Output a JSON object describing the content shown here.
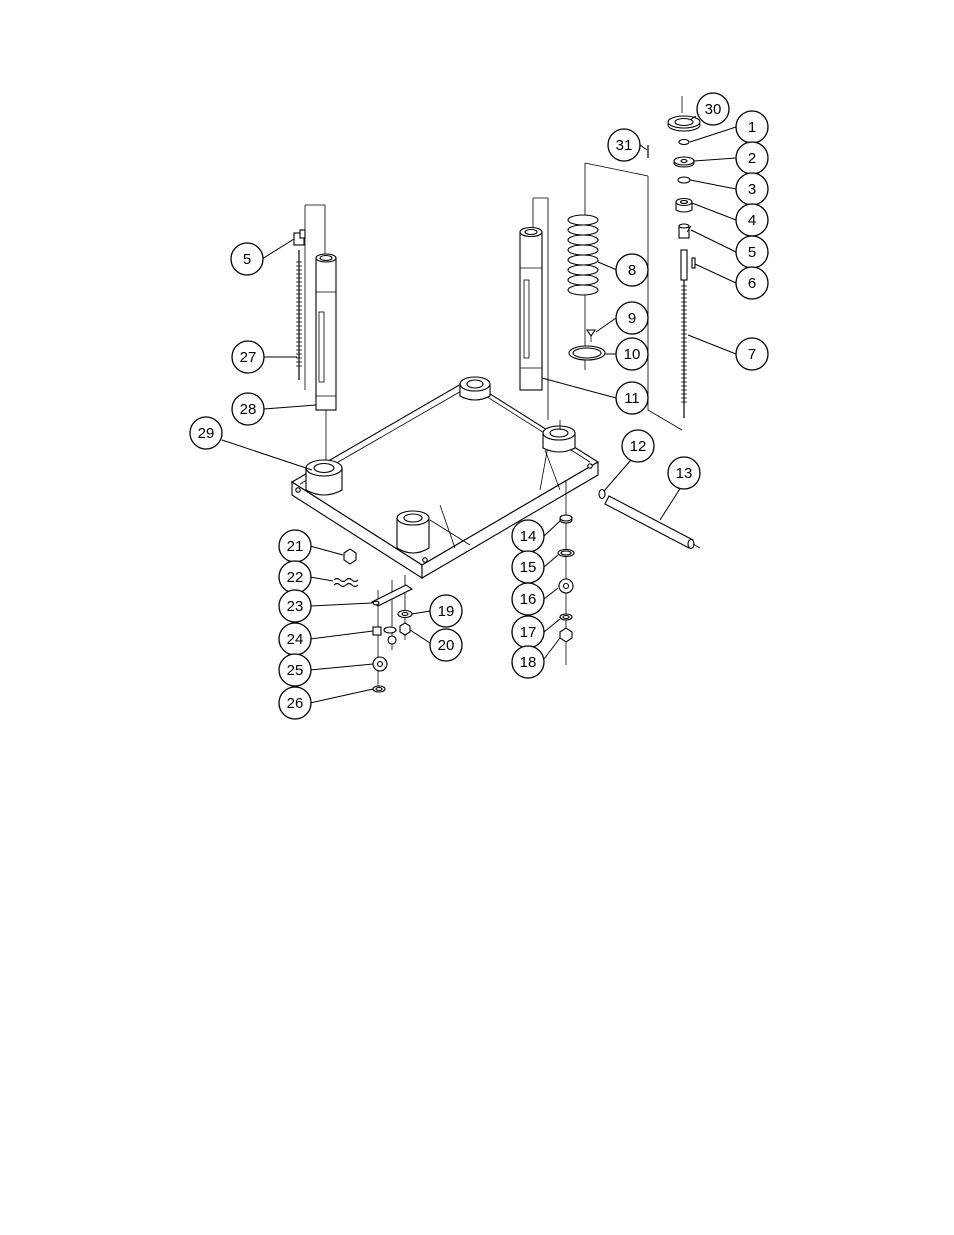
{
  "callouts": [
    {
      "id": "c1",
      "label": "1"
    },
    {
      "id": "c2",
      "label": "2"
    },
    {
      "id": "c3",
      "label": "3"
    },
    {
      "id": "c4",
      "label": "4"
    },
    {
      "id": "c5a",
      "label": "5"
    },
    {
      "id": "c5b",
      "label": "5"
    },
    {
      "id": "c6",
      "label": "6"
    },
    {
      "id": "c7",
      "label": "7"
    },
    {
      "id": "c8",
      "label": "8"
    },
    {
      "id": "c9",
      "label": "9"
    },
    {
      "id": "c10",
      "label": "10"
    },
    {
      "id": "c11",
      "label": "11"
    },
    {
      "id": "c12",
      "label": "12"
    },
    {
      "id": "c13",
      "label": "13"
    },
    {
      "id": "c14",
      "label": "14"
    },
    {
      "id": "c15",
      "label": "15"
    },
    {
      "id": "c16",
      "label": "16"
    },
    {
      "id": "c17",
      "label": "17"
    },
    {
      "id": "c18",
      "label": "18"
    },
    {
      "id": "c19",
      "label": "19"
    },
    {
      "id": "c20",
      "label": "20"
    },
    {
      "id": "c21",
      "label": "21"
    },
    {
      "id": "c22",
      "label": "22"
    },
    {
      "id": "c23",
      "label": "23"
    },
    {
      "id": "c24",
      "label": "24"
    },
    {
      "id": "c25",
      "label": "25"
    },
    {
      "id": "c26",
      "label": "26"
    },
    {
      "id": "c27",
      "label": "27"
    },
    {
      "id": "c28",
      "label": "28"
    },
    {
      "id": "c29",
      "label": "29"
    },
    {
      "id": "c30",
      "label": "30"
    },
    {
      "id": "c31",
      "label": "31"
    }
  ]
}
